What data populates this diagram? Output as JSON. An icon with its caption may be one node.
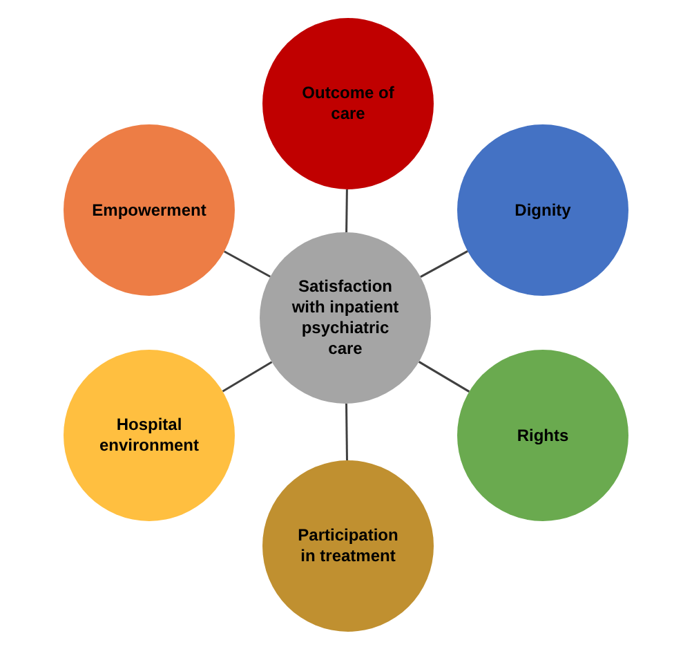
{
  "diagram": {
    "nodes": [
      {
        "text": [
          "Satisfaction with inpatient psychiatric care"
        ]
      },
      {
        "text": [
          "Outcome of care"
        ]
      },
      {
        "text": [
          "Empowerment"
        ]
      },
      {
        "text": [
          "Dignity"
        ]
      },
      {
        "text": [
          "Hospital environment"
        ]
      },
      {
        "text": [
          "Rights"
        ]
      },
      {
        "text": [
          "Participation in treatment"
        ]
      }
    ],
    "edges": [
      {
        "from": 0,
        "to": 1,
        "arrow": "none"
      },
      {
        "from": 0,
        "to": 2,
        "arrow": "none"
      },
      {
        "from": 0,
        "to": 3,
        "arrow": "none"
      },
      {
        "from": 0,
        "to": 4,
        "arrow": "none"
      },
      {
        "from": 0,
        "to": 5,
        "arrow": "none"
      },
      {
        "from": 0,
        "to": 6,
        "arrow": "none"
      }
    ]
  }
}
